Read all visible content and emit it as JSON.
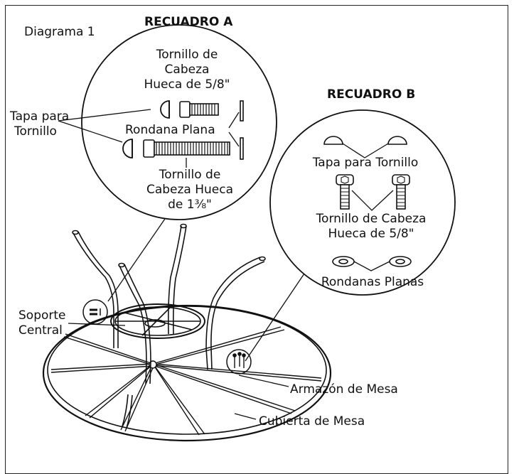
{
  "diagram_title": "Diagrama 1",
  "inset_a": {
    "title": "RECUADRO A",
    "bolt_short_label": "Tornillo de\nCabeza\nHueca de 5/8\"",
    "cap_label": "Tapa para\nTornillo",
    "washer_label": "Rondana Plana",
    "bolt_long_label": "Tornillo de\nCabeza Hueca\nde 1⅜\""
  },
  "inset_b": {
    "title": "RECUADRO B",
    "cap_label": "Tapa para Tornillo",
    "bolt_label": "Tornillo de Cabeza\nHueca de 5/8\"",
    "washer_label": "Rondanas Planas"
  },
  "callouts": {
    "center_support": "Soporte\nCentral",
    "table_frame": "Armazón de Mesa",
    "table_top": "Cubierta de Mesa"
  }
}
